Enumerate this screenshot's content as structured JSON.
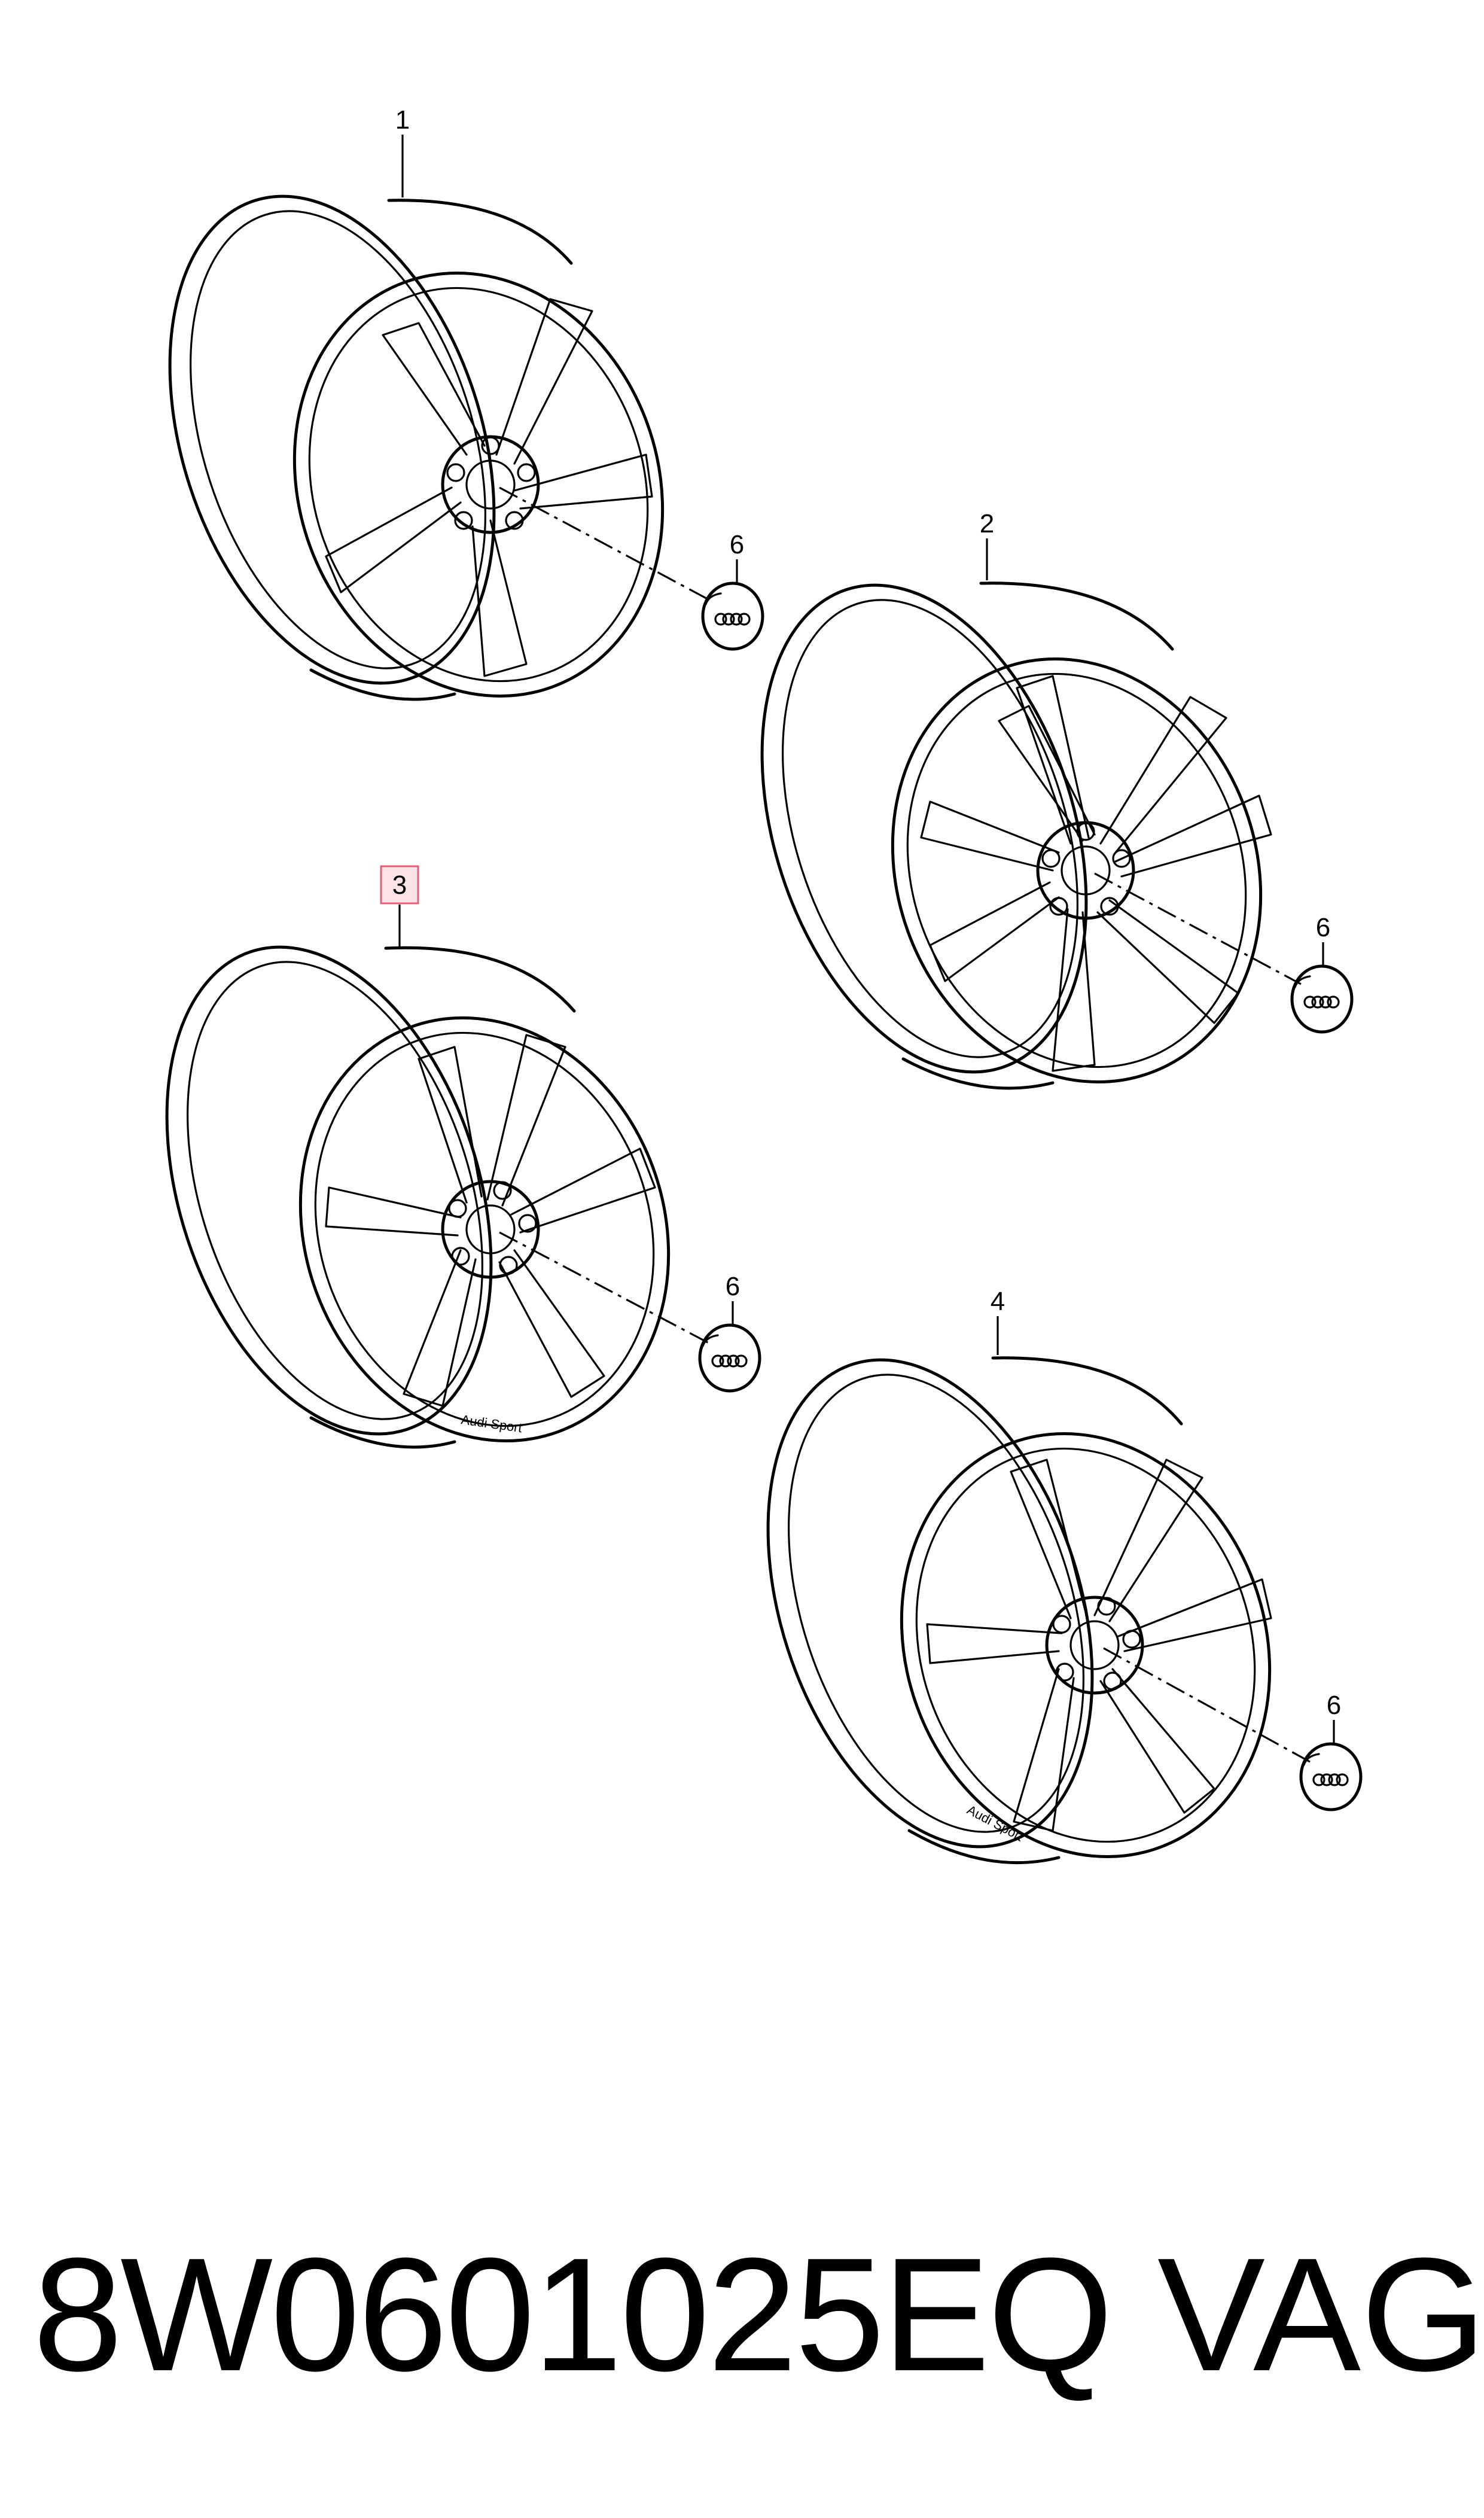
{
  "callouts": {
    "wheel_1": "1",
    "wheel_2": "2",
    "wheel_3": "3",
    "wheel_4": "4",
    "cap_1": "6",
    "cap_2": "6",
    "cap_3": "6",
    "cap_4": "6"
  },
  "rim_text": {
    "wheel_3": "Audi Sport",
    "wheel_4": "Audi Sport"
  },
  "footer": {
    "part_number": "8W0601025EQ",
    "brand": "VAG"
  },
  "colors": {
    "line": "#000000",
    "background": "#ffffff",
    "highlight_border": "#e0607a",
    "highlight_fill": "#fbe3e8"
  }
}
